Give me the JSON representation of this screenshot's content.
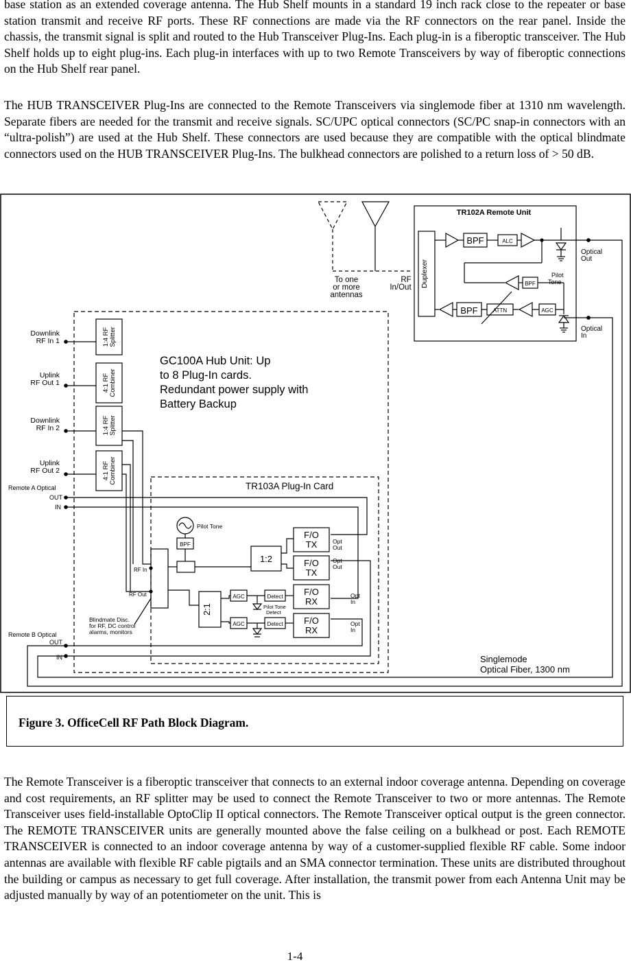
{
  "paragraphs": {
    "p1": "base station as an extended coverage antenna. The Hub Shelf mounts in a standard 19 inch rack close to the repeater or base station transmit and receive RF ports. These RF connections are made via the RF connectors on the rear panel. Inside the chassis, the transmit signal is split and routed to the Hub Transceiver Plug-Ins. Each plug-in is a fiberoptic transceiver. The Hub Shelf holds up to eight plug-ins. Each plug-in interfaces with up to two Remote Transceivers by way of fiberoptic connections on the Hub Shelf rear panel.",
    "p2": "The HUB TRANSCEIVER Plug-Ins are connected to the Remote Transceivers via singlemode fiber at 1310 nm wavelength. Separate fibers are needed for the transmit and receive signals. SC/UPC optical connectors (SC/PC snap-in connectors with an “ultra-polish”) are used at the Hub Shelf. These connectors are used because they are compatible with the optical blindmate connectors used on the HUB TRANSCEIVER Plug-Ins. The bulkhead connectors are polished to a return loss of > 50 dB.",
    "p3": "The Remote Transceiver is a fiberoptic transceiver that connects to an external indoor coverage antenna. Depending on coverage and cost requirements, an RF splitter may be used to connect the Remote Transceiver to two or more antennas. The Remote Transceiver uses field-installable OptoClip II optical connectors. The Remote Transceiver optical output is the green connector. The REMOTE TRANSCEIVER units are generally mounted above the false ceiling on a bulkhead or post. Each REMOTE TRANSCEIVER is connected to an indoor coverage antenna by way of a customer-supplied flexible RF cable. Some indoor antennas are available with flexible RF cable pigtails and an SMA connector termination. These units are distributed throughout the building or campus as necessary to get full coverage. After installation, the transmit power from each Antenna Unit may be adjusted manually by way of an potentiometer on the unit. This is"
  },
  "diagram": {
    "remote_unit_title": "TR102A Remote Unit",
    "duplexer": "Duplexer",
    "bpf": "BPF",
    "alc": "ALC",
    "attn": "ATTN",
    "agc": "AGC",
    "pilot_tone": [
      "Pilot",
      "Tone"
    ],
    "optical_out": [
      "Optical",
      "Out"
    ],
    "optical_in": [
      "Optical",
      "In"
    ],
    "rf_in_out": [
      "RF",
      "In/Out"
    ],
    "to_antennas": [
      "To one",
      "or more",
      "antennas"
    ],
    "hub_title": [
      "GC100A Hub Unit: Up",
      "to 8 Plug-In cards.",
      "Redundant power supply with",
      "Battery Backup"
    ],
    "downlink_1": [
      "Downlink",
      "RF In 1"
    ],
    "uplink_1": [
      "Uplink",
      "RF Out 1"
    ],
    "downlink_2": [
      "Downlink",
      "RF In 2"
    ],
    "uplink_2": [
      "Uplink",
      "RF Out 2"
    ],
    "splitter": [
      "1:4 RF",
      "Splitter"
    ],
    "combiner": [
      "4:1 RF",
      "Combiner"
    ],
    "remote_a": "Remote A Optical",
    "remote_b": "Remote B Optical",
    "out": "OUT",
    "in": "IN",
    "plugin_title": "TR103A Plug-In Card",
    "pilot_tone_card": "Pilot Tone",
    "detect": "Detect",
    "split_12": "1:2",
    "combine_21": "2:1",
    "fo_tx": [
      "F/O",
      "TX"
    ],
    "fo_rx": [
      "F/O",
      "RX"
    ],
    "opt_out": [
      "Opt",
      "Out"
    ],
    "opt_in": [
      "Opt",
      "In"
    ],
    "rf_in": "RF In",
    "rf_out": "RF Out",
    "pilot_tone_detect": [
      "Pilot Tone",
      "Detect"
    ],
    "blindmate": [
      "Blindmate Disc.",
      "for RF, DC control",
      "alarms, monitors"
    ],
    "singlemode": [
      "Singlemode",
      "Optical Fiber, 1300 nm"
    ]
  },
  "caption": "Figure 3. OfficeCell RF Path Block Diagram.",
  "page_number": "1-4"
}
